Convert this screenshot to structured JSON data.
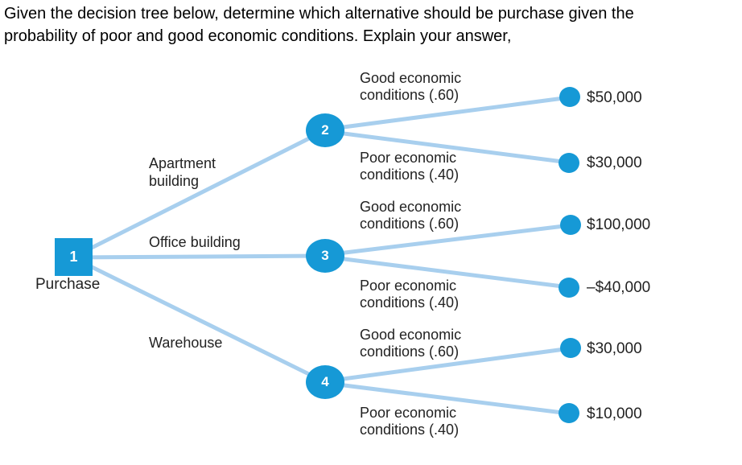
{
  "question": {
    "lines": [
      "Given the decision tree below, determine which alternative should be purchase given the",
      "probability of poor and good economic conditions. Explain your answer,"
    ]
  },
  "colors": {
    "node_fill": "#1699d6",
    "branch_line": "#a8cfee",
    "diagram_text": "#222222",
    "question_text": "#000000"
  },
  "tree": {
    "decision_node": {
      "number": "1",
      "label": "Purchase"
    },
    "alternatives": [
      {
        "label": "Apartment building",
        "chance_node": "2",
        "outcomes": [
          {
            "condition": "Good economic conditions (.60)",
            "payoff": "$50,000"
          },
          {
            "condition": "Poor economic conditions (.40)",
            "payoff": "$30,000"
          }
        ]
      },
      {
        "label": "Office building",
        "chance_node": "3",
        "outcomes": [
          {
            "condition": "Good economic conditions (.60)",
            "payoff": "$100,000"
          },
          {
            "condition": "Poor economic conditions (.40)",
            "payoff": "–$40,000"
          }
        ]
      },
      {
        "label": "Warehouse",
        "chance_node": "4",
        "outcomes": [
          {
            "condition": "Good economic conditions (.60)",
            "payoff": "$30,000"
          },
          {
            "condition": "Poor economic conditions (.40)",
            "payoff": "$10,000"
          }
        ]
      }
    ]
  }
}
